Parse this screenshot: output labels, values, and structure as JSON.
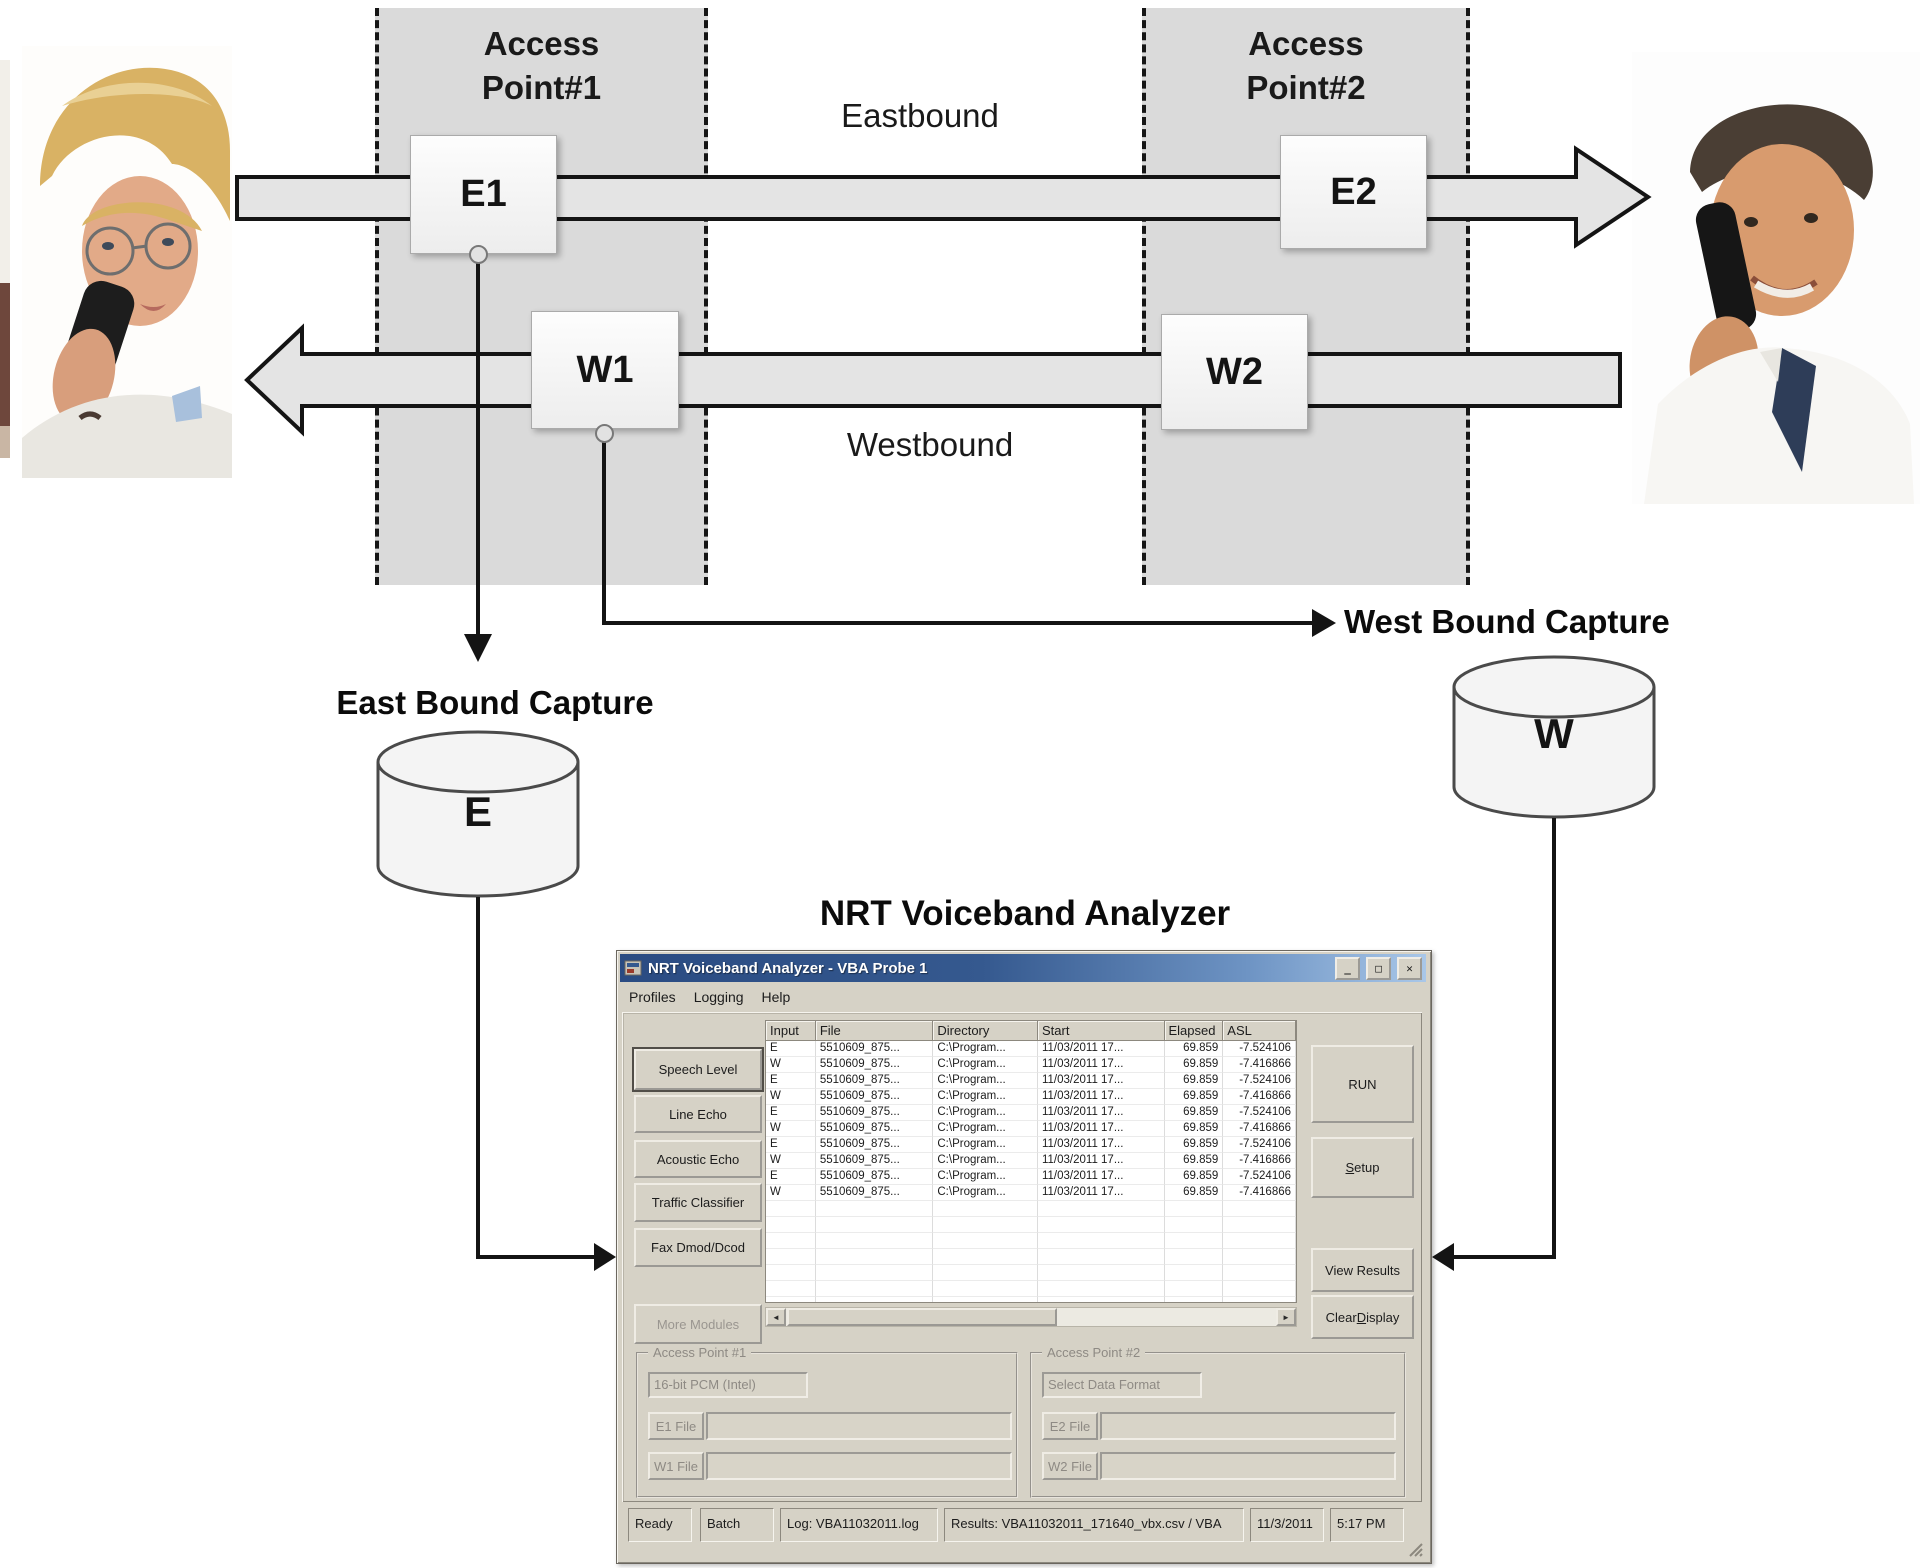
{
  "diagram": {
    "access_point1_label": "Access\nPoint#1",
    "access_point2_label": "Access\nPoint#2",
    "eastbound_label": "Eastbound",
    "westbound_label": "Westbound",
    "node_e1": "E1",
    "node_w1": "W1",
    "node_e2": "E2",
    "node_w2": "W2",
    "east_capture_label": "East Bound Capture",
    "west_capture_label": "West Bound Capture",
    "east_db_label": "E",
    "west_db_label": "W",
    "analyzer_heading": "NRT Voiceband Analyzer"
  },
  "window": {
    "title": "NRT Voiceband Analyzer - VBA Probe 1",
    "window_buttons": {
      "minimize": "_",
      "maximize": "□",
      "close": "✕"
    },
    "menus": [
      "Profiles",
      "Logging",
      "Help"
    ],
    "module_buttons": [
      "Speech Level",
      "Line Echo",
      "Acoustic Echo",
      "Traffic Classifier",
      "Fax Dmod/Dcod"
    ],
    "more_modules_label": "More Modules",
    "actions": {
      "run": "RUN",
      "setup": "Setup",
      "view_results": "View Results",
      "clear_display": "Clear Display"
    },
    "table": {
      "columns": [
        "Input",
        "File",
        "Directory",
        "Start",
        "Elapsed",
        "ASL"
      ],
      "rows": [
        [
          "E",
          "5510609_875...",
          "C:\\Program...",
          "11/03/2011 17...",
          "69.859",
          "-7.524106"
        ],
        [
          "W",
          "5510609_875...",
          "C:\\Program...",
          "11/03/2011 17...",
          "69.859",
          "-7.416866"
        ],
        [
          "E",
          "5510609_875...",
          "C:\\Program...",
          "11/03/2011 17...",
          "69.859",
          "-7.524106"
        ],
        [
          "W",
          "5510609_875...",
          "C:\\Program...",
          "11/03/2011 17...",
          "69.859",
          "-7.416866"
        ],
        [
          "E",
          "5510609_875...",
          "C:\\Program...",
          "11/03/2011 17...",
          "69.859",
          "-7.524106"
        ],
        [
          "W",
          "5510609_875...",
          "C:\\Program...",
          "11/03/2011 17...",
          "69.859",
          "-7.416866"
        ],
        [
          "E",
          "5510609_875...",
          "C:\\Program...",
          "11/03/2011 17...",
          "69.859",
          "-7.524106"
        ],
        [
          "W",
          "5510609_875...",
          "C:\\Program...",
          "11/03/2011 17...",
          "69.859",
          "-7.416866"
        ],
        [
          "E",
          "5510609_875...",
          "C:\\Program...",
          "11/03/2011 17...",
          "69.859",
          "-7.524106"
        ],
        [
          "W",
          "5510609_875...",
          "C:\\Program...",
          "11/03/2011 17...",
          "69.859",
          "-7.416866"
        ]
      ]
    },
    "groups": [
      {
        "label": "Access Point #1",
        "format_value": "16-bit PCM (Intel)",
        "e_file_label": "E1 File",
        "w_file_label": "W1 File"
      },
      {
        "label": "Access Point #2",
        "format_value": "Select Data Format",
        "e_file_label": "E2 File",
        "w_file_label": "W2 File"
      }
    ],
    "status_bar": {
      "state": "Ready",
      "mode": "Batch",
      "log": "Log: VBA11032011.log",
      "results": "Results: VBA11032011_171640_vbx.csv / VBA",
      "date": "11/3/2011",
      "time": "5:17 PM"
    }
  },
  "colors": {
    "chrome": "#d6d2c6",
    "title_bar_start": "#2a4b82",
    "title_bar_end": "#a9c7e8",
    "diagram_column_gray": "#dadada",
    "arrow_fill": "#e4e4e4",
    "arrow_stroke": "#141414"
  }
}
